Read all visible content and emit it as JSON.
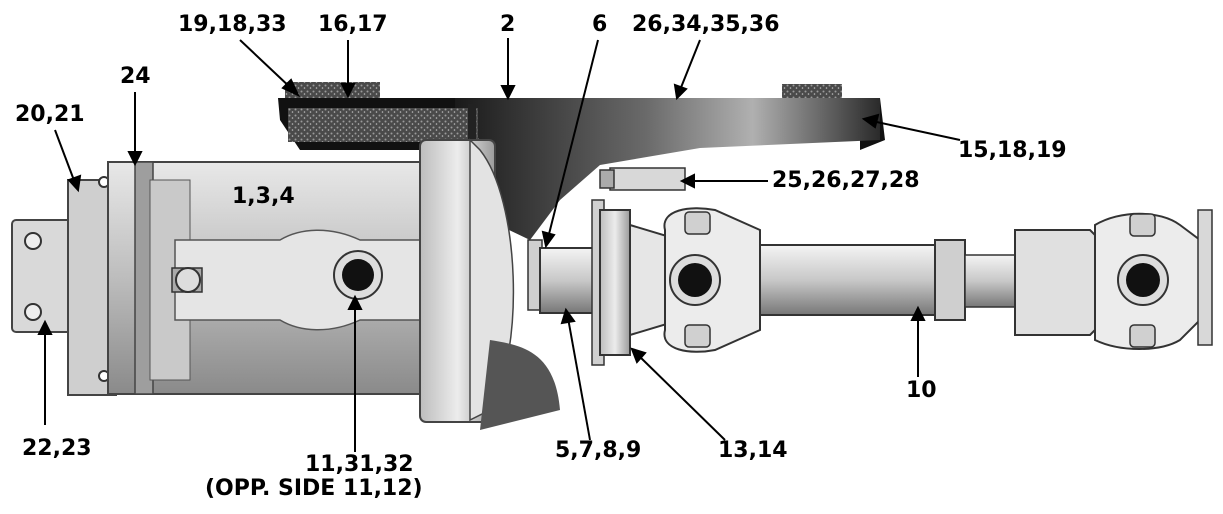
{
  "callouts": {
    "c_19_18_33": "19,18,33",
    "c_16_17": "16,17",
    "c_2": "2",
    "c_6": "6",
    "c_26_34_35_36": "26,34,35,36",
    "c_24": "24",
    "c_20_21": "20,21",
    "c_15_18_19": "15,18,19",
    "c_1_3_4": "1,3,4",
    "c_25_26_27_28": "25,26,27,28",
    "c_10": "10",
    "c_22_23": "22,23",
    "c_11_31_32": "11,31,32",
    "c_opp_side": "(OPP. SIDE 11,12)",
    "c_5_7_8_9": "5,7,8,9",
    "c_13_14": "13,14"
  }
}
